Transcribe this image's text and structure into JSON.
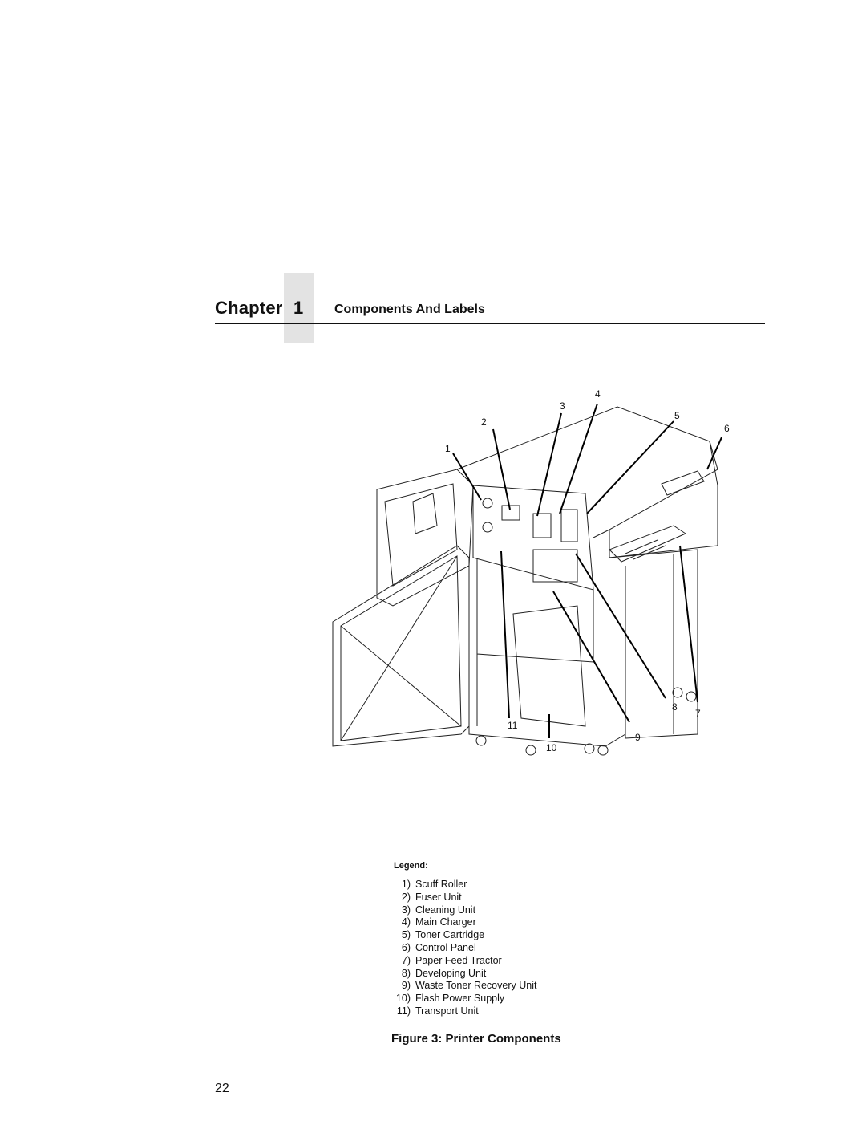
{
  "header": {
    "chapter_word": "Chapter",
    "chapter_number": "1",
    "section_title": "Components And Labels"
  },
  "figure": {
    "callouts": [
      "1",
      "2",
      "3",
      "4",
      "5",
      "6",
      "7",
      "8",
      "9",
      "10",
      "11"
    ]
  },
  "legend": {
    "title": "Legend:",
    "items": [
      {
        "num": "1)",
        "label": "Scuff Roller"
      },
      {
        "num": "2)",
        "label": "Fuser Unit"
      },
      {
        "num": "3)",
        "label": "Cleaning Unit"
      },
      {
        "num": "4)",
        "label": "Main Charger"
      },
      {
        "num": "5)",
        "label": "Toner Cartridge"
      },
      {
        "num": "6)",
        "label": "Control Panel"
      },
      {
        "num": "7)",
        "label": "Paper Feed Tractor"
      },
      {
        "num": "8)",
        "label": "Developing Unit"
      },
      {
        "num": "9)",
        "label": "Waste Toner Recovery Unit"
      },
      {
        "num": "10)",
        "label": "Flash Power Supply"
      },
      {
        "num": "11)",
        "label": "Transport Unit"
      }
    ]
  },
  "caption": "Figure 3: Printer Components",
  "page_number": "22"
}
